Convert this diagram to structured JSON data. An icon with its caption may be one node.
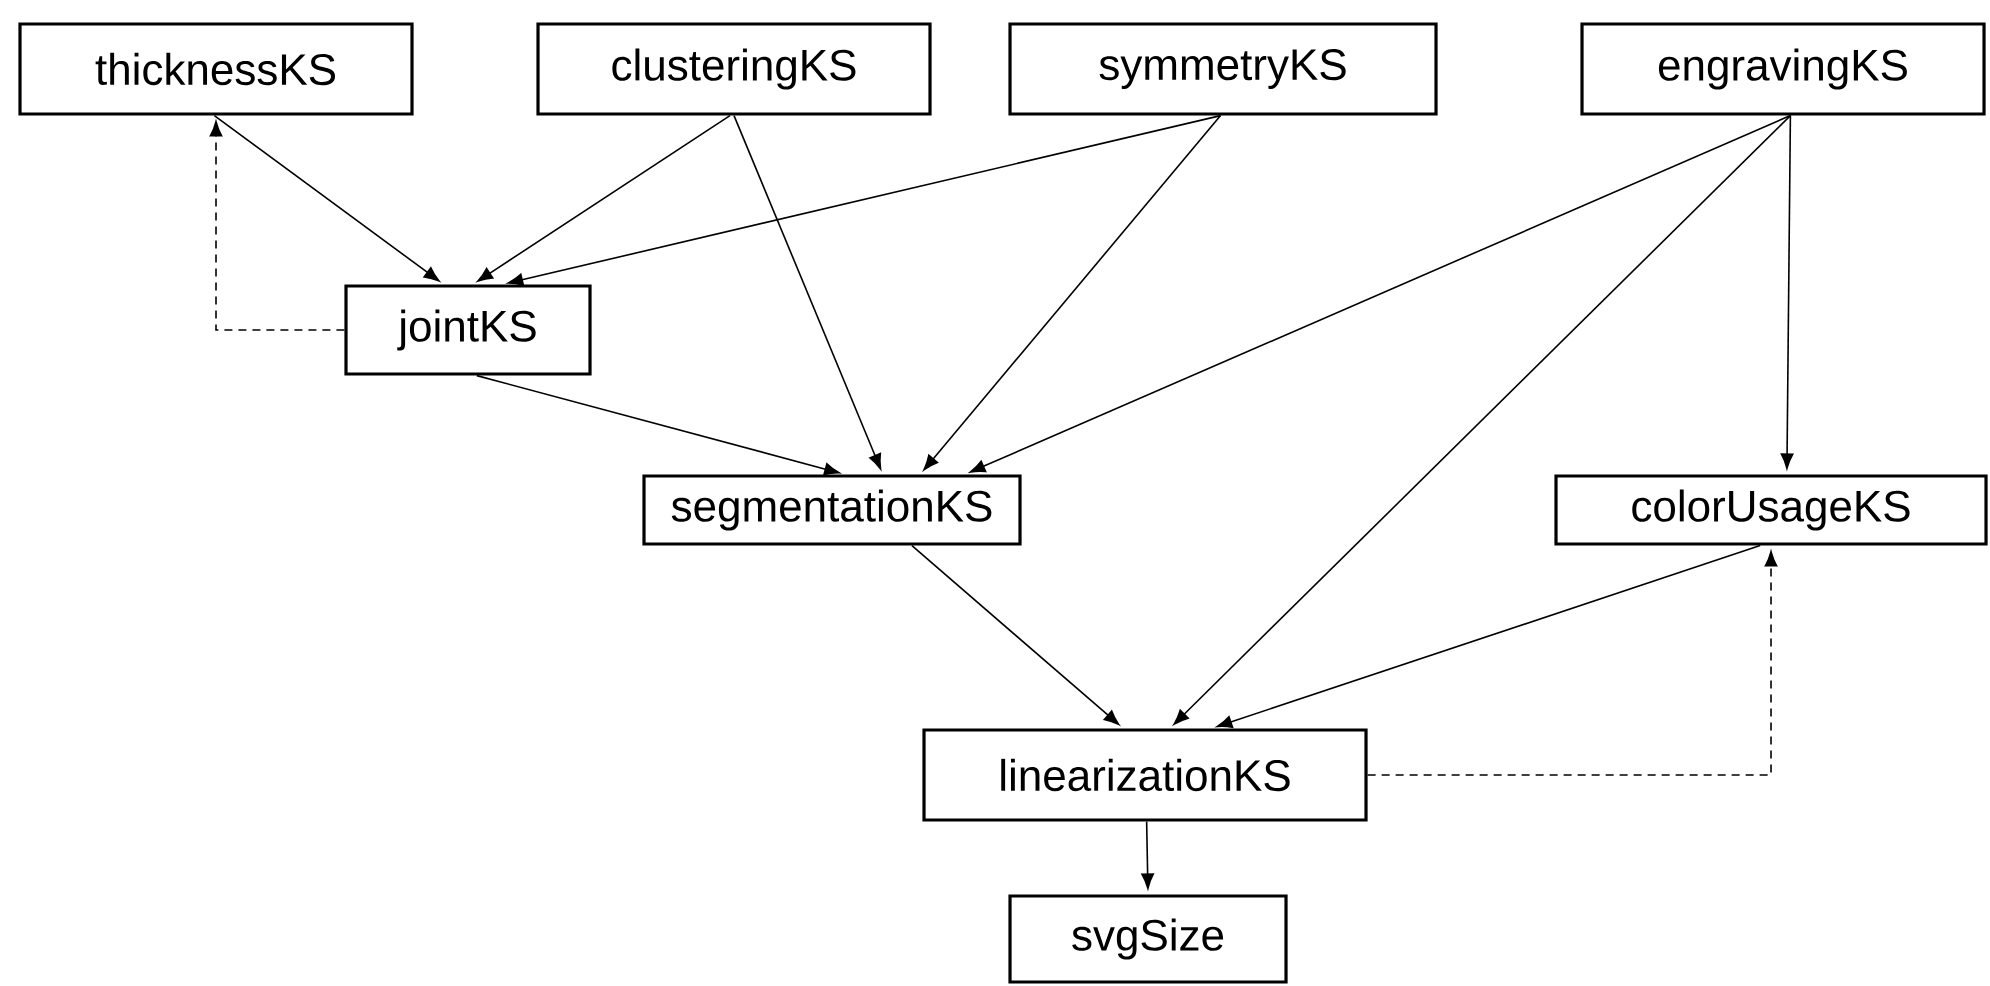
{
  "diagram": {
    "nodes": [
      {
        "text": [
          "thicknessKS"
        ]
      },
      {
        "text": [
          "clusteringKS"
        ]
      },
      {
        "text": [
          "symmetryKS"
        ]
      },
      {
        "text": [
          "engravingKS"
        ]
      },
      {
        "text": [
          "jointKS"
        ]
      },
      {
        "text": [
          "segmentationKS"
        ]
      },
      {
        "text": [
          "colorUsageKS"
        ]
      },
      {
        "text": [
          "linearizationKS"
        ]
      },
      {
        "text": [
          "svgSize"
        ]
      }
    ],
    "edges": [
      {
        "from": 0,
        "to": 4,
        "arrow": "to"
      },
      {
        "from": 1,
        "to": 4,
        "arrow": "to"
      },
      {
        "from": 2,
        "to": 4,
        "arrow": "to"
      },
      {
        "from": 4,
        "to": 0,
        "arrow": "to",
        "style": "dashed"
      },
      {
        "from": 1,
        "to": 5,
        "arrow": "to"
      },
      {
        "from": 4,
        "to": 5,
        "arrow": "to"
      },
      {
        "from": 2,
        "to": 5,
        "arrow": "to"
      },
      {
        "from": 3,
        "to": 5,
        "arrow": "to"
      },
      {
        "from": 3,
        "to": 7,
        "arrow": "to"
      },
      {
        "from": 3,
        "to": 6,
        "arrow": "to"
      },
      {
        "from": 5,
        "to": 7,
        "arrow": "to"
      },
      {
        "from": 6,
        "to": 7,
        "arrow": "to"
      },
      {
        "from": 7,
        "to": 6,
        "arrow": "to",
        "style": "dashed"
      },
      {
        "from": 7,
        "to": 8,
        "arrow": "to"
      }
    ]
  }
}
